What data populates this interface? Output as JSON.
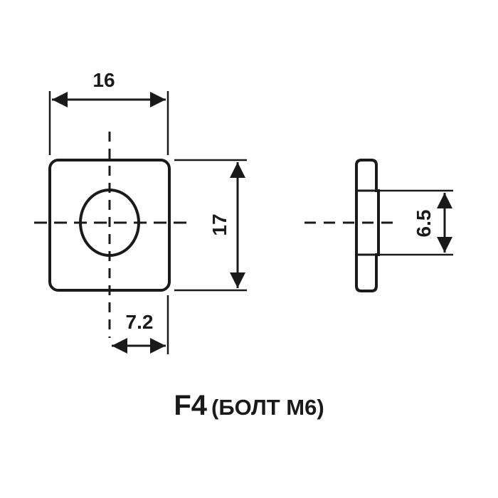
{
  "dimensions": {
    "width_top": "16",
    "height_side": "17",
    "offset_bottom": "7.2",
    "thickness": "6.5"
  },
  "caption": {
    "model": "F4",
    "bolt": "(БОЛТ М6)"
  },
  "colors": {
    "ink": "#1a1a1a",
    "background": "#ffffff"
  }
}
